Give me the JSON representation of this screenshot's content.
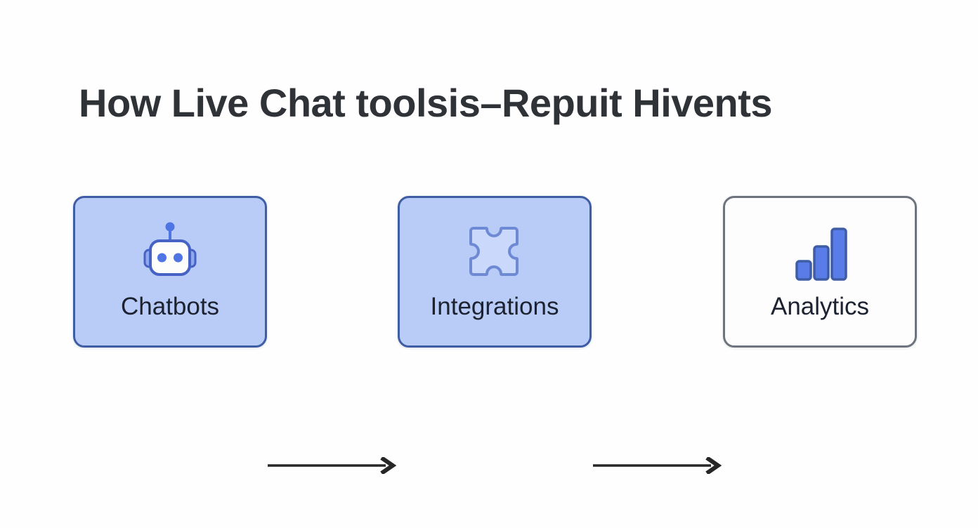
{
  "page": {
    "title": "How Live Chat toolsis–Repuit Hivents",
    "background_color": "#fefefe",
    "title_color": "#2f3237"
  },
  "theme": {
    "accent_blue": "#4f74e3",
    "node_fill_blue": "#b9cbf7",
    "node_border_blue": "#3f5da4",
    "node_fill_white": "#fdfdfd",
    "node_border_gray": "#6d7480",
    "label_color": "#1c2230",
    "arrow_color": "#262626"
  },
  "diagram": {
    "type": "flow",
    "direction": "left-to-right",
    "nodes": [
      {
        "id": "chatbots",
        "label": "Chatbots",
        "icon": "robot-icon",
        "style": "blue",
        "fill": "#b9cbf7",
        "border": "#3f5da4"
      },
      {
        "id": "integrations",
        "label": "Integrations",
        "icon": "puzzle-piece-icon",
        "style": "blue",
        "fill": "#b9cbf7",
        "border": "#3f5da4"
      },
      {
        "id": "analytics",
        "label": "Analytics",
        "icon": "bar-chart-icon",
        "style": "white",
        "fill": "#fdfdfd",
        "border": "#6d7480"
      }
    ],
    "connectors": [
      {
        "id": "arrow-1",
        "from": "chatbots",
        "to": "integrations",
        "style": "solid-arrow"
      },
      {
        "id": "arrow-2",
        "from": "integrations",
        "to": "analytics",
        "style": "solid-arrow"
      }
    ]
  }
}
